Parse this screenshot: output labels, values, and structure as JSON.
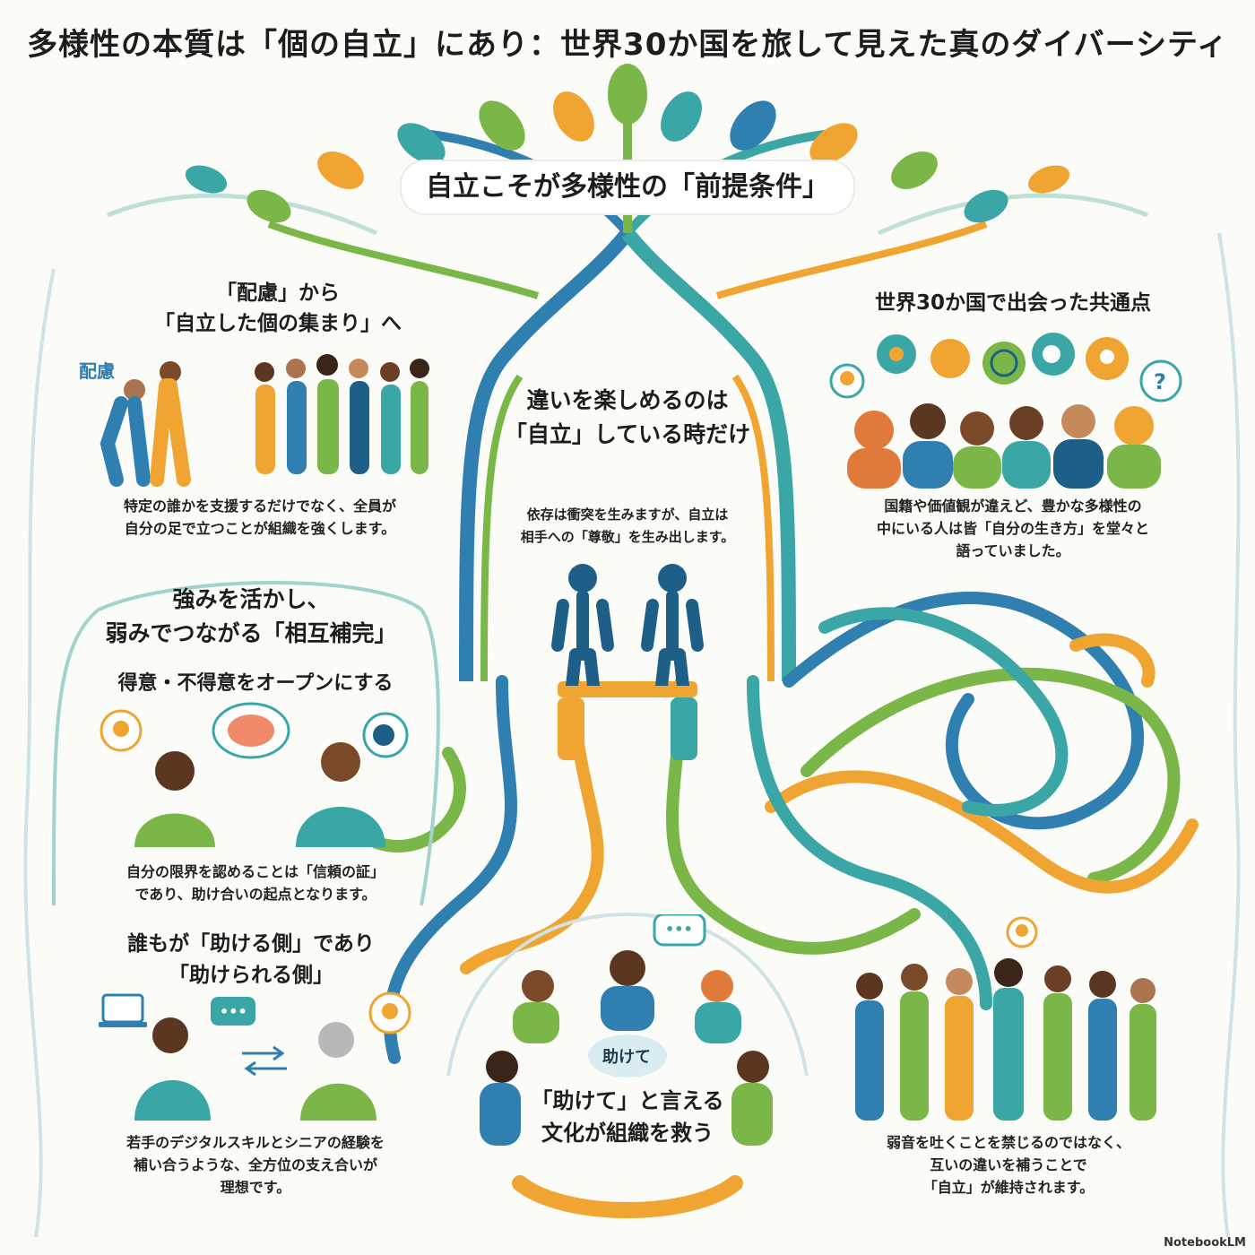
{
  "title": "多様性の本質は「個の自立」にあり：世界30か国を旅して見えた真のダイバーシティ",
  "top_heading": "自立こそが多様性の「前提条件」",
  "sections": {
    "care_to_independence": {
      "heading_line1": "「配慮」から",
      "heading_line2": "「自立した個の集まり」へ",
      "label": "配慮",
      "text_line1": "特定の誰かを支援するだけでなく、全員が",
      "text_line2": "自分の足で立つことが組織を強くします。"
    },
    "enjoy_difference": {
      "heading_line1": "違いを楽しめるのは",
      "heading_line2": "「自立」している時だけ",
      "text_line1": "依存は衝突を生みますが、自立は",
      "text_line2": "相手への「尊敬」を生み出します。"
    },
    "thirty_countries": {
      "heading": "世界30か国で出会った共通点",
      "text_line1": "国籍や価値観が違えど、豊かな多様性の",
      "text_line2": "中にいる人は皆「自分の生き方」を堂々と",
      "text_line3": "語っていました。"
    },
    "mutual_complement": {
      "heading_line1": "強みを活かし、",
      "heading_line2": "弱みでつながる「相互補完」",
      "subheading": "得意・不得意をオープンにする",
      "text_line1": "自分の限界を認めることは「信頼の証」",
      "text_line2": "であり、助け合いの起点となります。"
    },
    "everyone_helps": {
      "heading_line1": "誰もが「助ける側」であり",
      "heading_line2": "「助けられる側」",
      "text_line1": "若手のデジタルスキルとシニアの経験を",
      "text_line2": "補い合うような、全方位の支え合いが",
      "text_line3": "理想です。"
    },
    "help_culture": {
      "bubble": "助けて",
      "heading_line1": "「助けて」と言える",
      "heading_line2": "文化が組織を救う"
    },
    "support_each_other": {
      "text_line1": "弱音を吐くことを禁じるのではなく、",
      "text_line2": "互いの違いを補うことで",
      "text_line3": "「自立」が維持されます。"
    }
  },
  "icons": [
    "lightbulb-icon",
    "gear-icon",
    "speech-bubble-icon",
    "globe-icon",
    "head-icon",
    "question-icon",
    "brain-icon",
    "laptop-icon",
    "chat-icon",
    "arrows-icon"
  ],
  "colors": {
    "blue": "#2f7fb0",
    "teal": "#3aa6a6",
    "green": "#7ab648",
    "orange": "#f0a431",
    "dark": "#1d3b4f"
  },
  "watermark": "NotebookLM"
}
